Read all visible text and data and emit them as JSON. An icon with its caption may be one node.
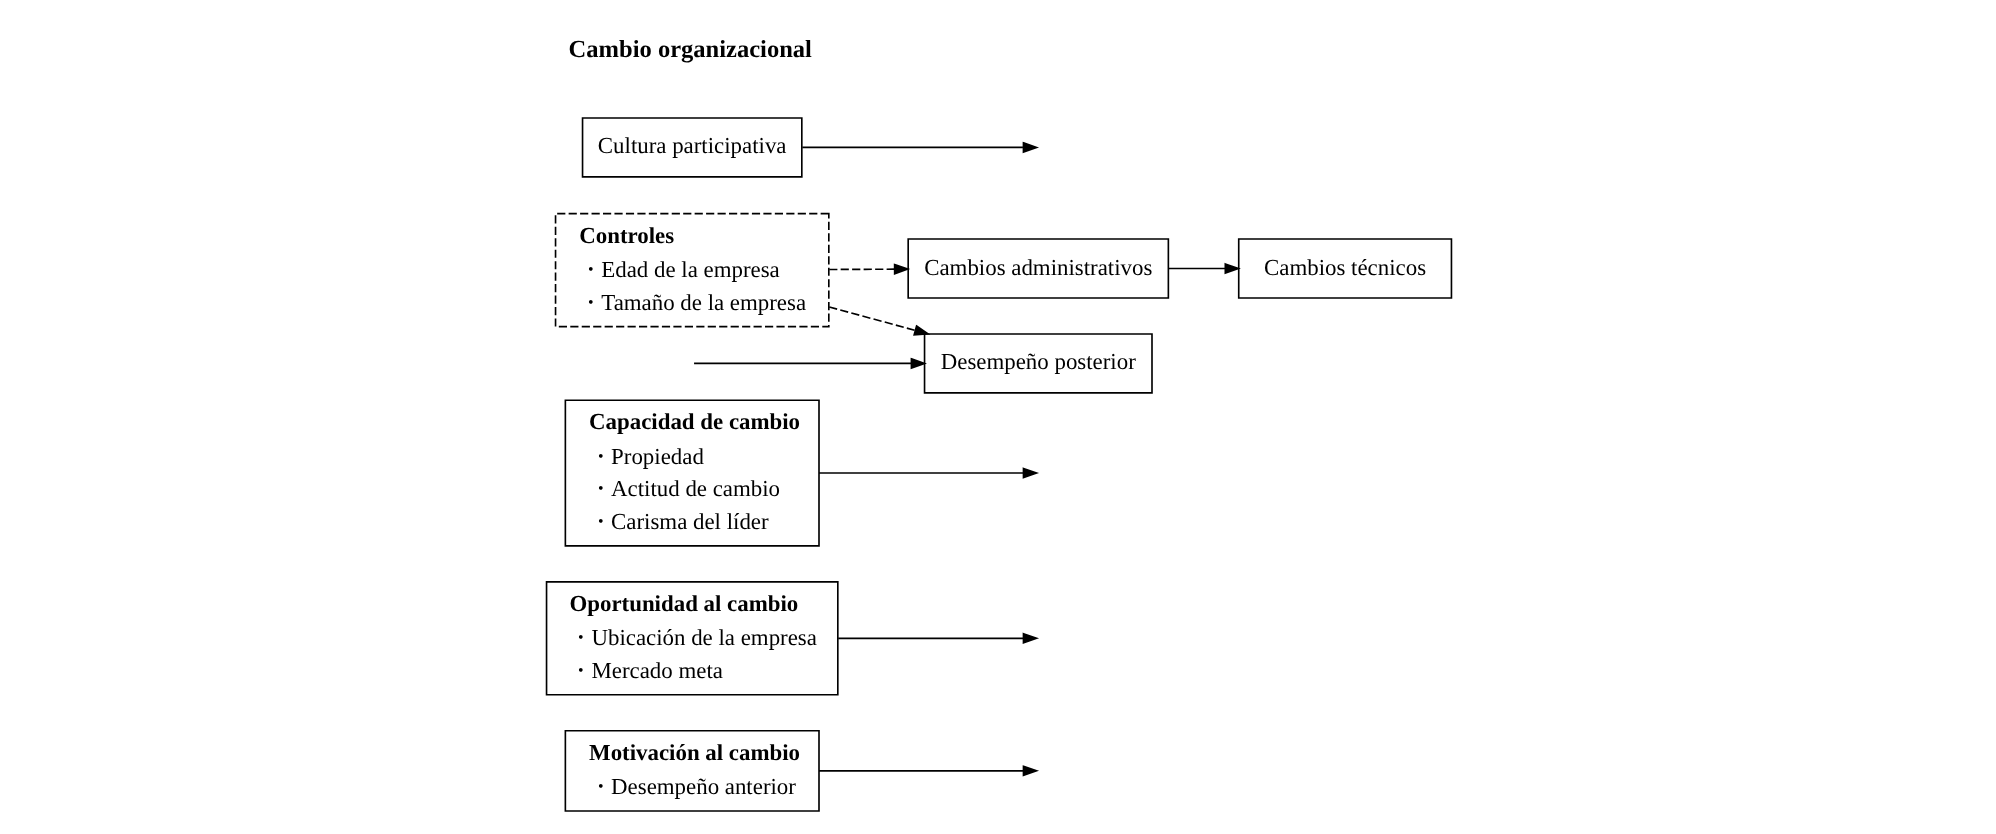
{
  "diagram": {
    "nodes": [
      {
        "text": [
          "Motivación al cambio",
          "・Desempeño anterior"
        ]
      },
      {
        "text": [
          "Oportunidad al cambio",
          "・Ubicación de la empresa",
          "・Mercado meta"
        ]
      },
      {
        "text": [
          "Capacidad de cambio",
          "・Propiedad",
          "・Actitud de cambio",
          "・Carisma del líder"
        ]
      },
      {
        "text": [
          "Cambios técnicos"
        ]
      },
      {
        "text": [
          "Cambios administrativos"
        ]
      },
      {
        "text": [
          "Cultura participativa"
        ]
      },
      {
        "text": [
          "Desempeño posterior"
        ]
      },
      {
        "text": [
          "Controles",
          "・Edad de la empresa",
          "・Tamaño de la empresa"
        ]
      }
    ],
    "edges": [
      {
        "from": 0,
        "to": null,
        "arrow": "to"
      },
      {
        "from": 1,
        "to": null,
        "arrow": "to"
      },
      {
        "from": 2,
        "to": null,
        "arrow": "to"
      },
      {
        "from": 4,
        "to": 3,
        "arrow": "to"
      },
      {
        "from": 5,
        "to": null,
        "arrow": "to"
      },
      {
        "from": null,
        "to": 6,
        "arrow": "to"
      },
      {
        "from": 7,
        "to": 4,
        "arrow": "to",
        "style": "dashed"
      },
      {
        "from": 7,
        "to": 6,
        "arrow": "to",
        "style": "dashed"
      }
    ],
    "labels": [
      "Cambio organizacional"
    ]
  }
}
